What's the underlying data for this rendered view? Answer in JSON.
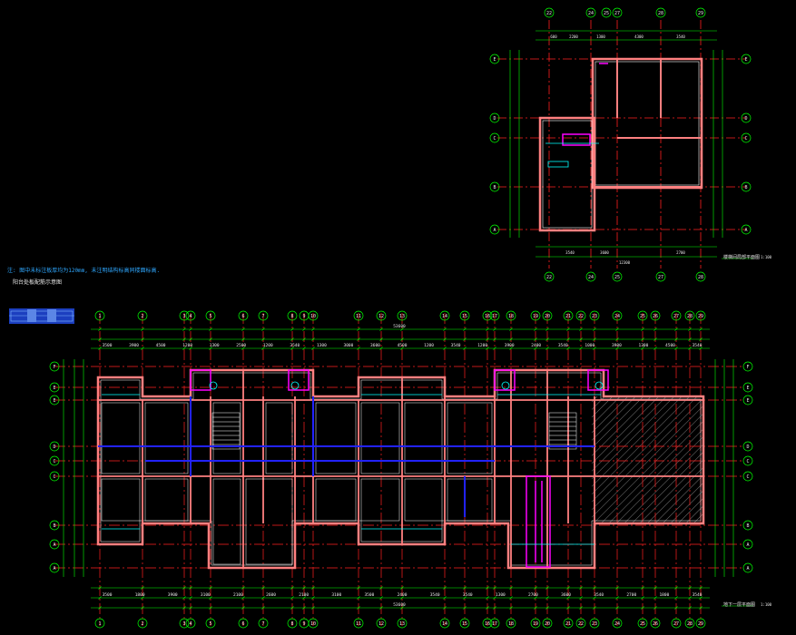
{
  "colors": {
    "background": "#000000",
    "grid_axis": "#ff2020",
    "dimension": "#00ff00",
    "wall": "#ff8080",
    "wall_inner": "#ffffff",
    "beam": "#2222ff",
    "magenta": "#ff00ff",
    "cyan": "#00ffff",
    "hatch": "#b0b0b0",
    "text": "#e8e8e8",
    "note_blue": "#2fa8ff"
  },
  "notes": {
    "blue_note": "注: 图中未标注板厚均为120mm, 未注明结构标高同楼面标高.",
    "legend_title": "阳台处板配筋示意图",
    "top_plan_title": "楼梯间局部平面图",
    "top_plan_scale": "1:100",
    "main_plan_title": "地下一层平面图",
    "main_plan_scale": "1:100"
  },
  "top_plan": {
    "col_labels": [
      "22",
      "24",
      "25",
      "27",
      "28",
      "29"
    ],
    "row_labels_left": [
      "E",
      "D",
      "C",
      "B",
      "A"
    ],
    "row_labels_right": [
      "E",
      "D",
      "C",
      "B",
      "A"
    ],
    "bottom_labels": [
      "22",
      "24",
      "25",
      "27",
      "28",
      "29"
    ],
    "top_dims": [
      "600",
      "2200",
      "1300",
      "4300",
      "3540"
    ],
    "bottom_dims": [
      "3540",
      "3600",
      "2700"
    ],
    "bottom_total": "12300"
  },
  "main_plan": {
    "top_axis_labels": [
      "1",
      "2",
      "3",
      "4",
      "5",
      "6",
      "7",
      "8",
      "9",
      "10",
      "11",
      "12",
      "13",
      "14",
      "15",
      "16",
      "17",
      "18",
      "19",
      "20",
      "21",
      "22",
      "23",
      "24",
      "25",
      "26",
      "27",
      "28",
      "29"
    ],
    "bottom_axis_labels": [
      "1",
      "2",
      "3",
      "4",
      "5",
      "6",
      "7",
      "8",
      "9",
      "10",
      "11",
      "12",
      "13",
      "14",
      "15",
      "16",
      "17",
      "18",
      "19",
      "20",
      "21",
      "22",
      "23",
      "24",
      "25",
      "26",
      "27",
      "28",
      "29"
    ],
    "left_row_labels": [
      "F",
      "E",
      "E",
      "D",
      "C",
      "C",
      "B",
      "A",
      "A"
    ],
    "right_row_labels": [
      "F",
      "E",
      "E",
      "D",
      "C",
      "C",
      "B",
      "A",
      "A"
    ],
    "top_total": "53600",
    "bottom_total": "53600",
    "top_dims": [
      "3500",
      "3900",
      "4500",
      "1200",
      "1300",
      "2500",
      "1200",
      "3540",
      "1300",
      "3000",
      "3600",
      "4500",
      "1200",
      "3540",
      "1200",
      "3900",
      "2400",
      "3540",
      "1000",
      "3900",
      "1300",
      "4500",
      "3540"
    ],
    "bottom_dims": [
      "3500",
      "1800",
      "3900",
      "3100",
      "2100",
      "2600",
      "2100",
      "3100",
      "3500",
      "2400",
      "3540",
      "3540",
      "1300",
      "2700",
      "3600",
      "3540",
      "2700",
      "1800",
      "3540"
    ]
  }
}
